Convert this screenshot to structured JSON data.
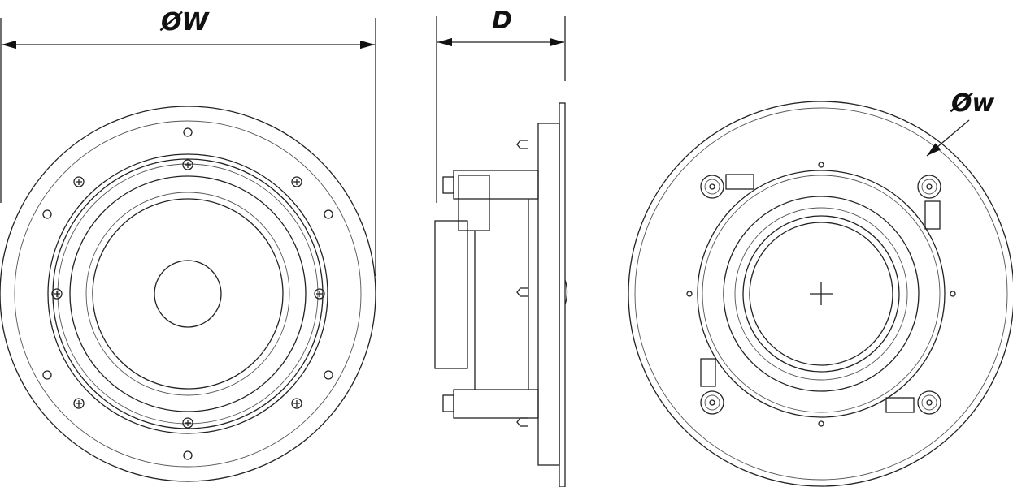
{
  "dimensions": {
    "outer_diameter_label": "ØW",
    "depth_label": "D",
    "cutout_diameter_label": "Øw"
  }
}
